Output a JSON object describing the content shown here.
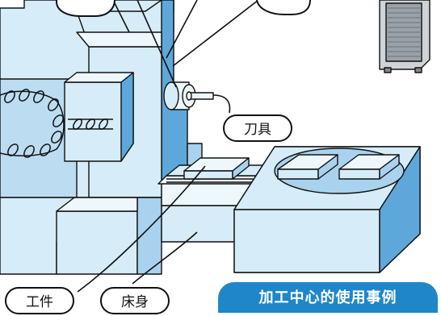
{
  "labels": {
    "tool": "刀具",
    "workpiece": "工件",
    "bed": "床身"
  },
  "banner": {
    "title": "加工中心的使用事例"
  },
  "colors": {
    "light_blue": "#d6ecf8",
    "mid_blue": "#a9d2ee",
    "dark_blue": "#5ea7da",
    "banner_blue": "#1e86c9",
    "outline": "#111111"
  }
}
